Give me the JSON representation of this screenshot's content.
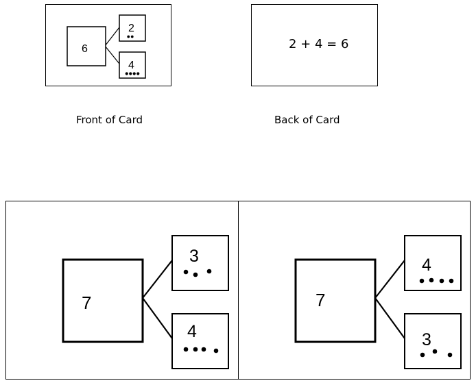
{
  "sample": {
    "front": {
      "whole": "6",
      "parts": [
        {
          "number": "2",
          "dots": 2
        },
        {
          "number": "4",
          "dots": 4
        }
      ]
    },
    "back_equation": "2 + 4 = 6",
    "front_caption": "Front of Card",
    "back_caption": "Back of Card"
  },
  "cards": [
    {
      "whole": "7",
      "parts": [
        {
          "number": "3",
          "dots": 3
        },
        {
          "number": "4",
          "dots": 4
        }
      ]
    },
    {
      "whole": "7",
      "parts": [
        {
          "number": "4",
          "dots": 4
        },
        {
          "number": "3",
          "dots": 3
        }
      ]
    }
  ]
}
